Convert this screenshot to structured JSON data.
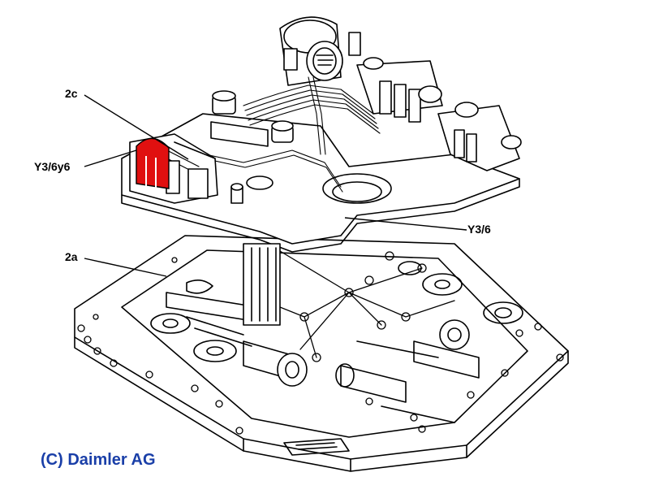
{
  "labels": {
    "callout_2c": "2c",
    "callout_y3_6y6": "Y3/6y6",
    "callout_2a": "2a",
    "callout_y3_6": "Y3/6"
  },
  "copyright": "(C) Daimler AG",
  "colors": {
    "line": "#000000",
    "highlight": "#e01010",
    "copyright_text": "#1a3fa8",
    "background": "#ffffff"
  }
}
